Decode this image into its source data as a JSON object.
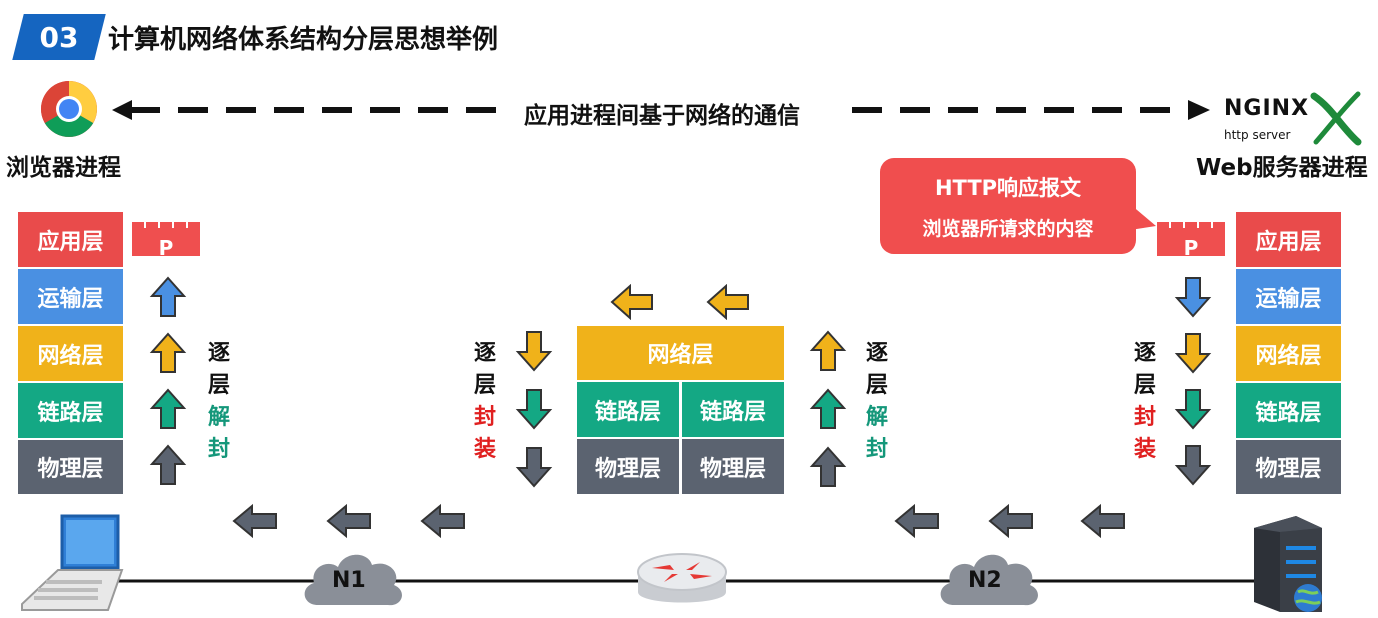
{
  "header": {
    "section_number": "03",
    "title": "计算机网络体系结构分层思想举例"
  },
  "communication_label": "应用进程间基于网络的通信",
  "browser_process": "浏览器进程",
  "server_process": "Web服务器进程",
  "nginx_logo": {
    "name": "NGINX",
    "sub": "http server"
  },
  "bubble": {
    "title": "HTTP响应报文",
    "subtitle": "浏览器所请求的内容"
  },
  "packet_label": "P",
  "layers": {
    "application": "应用层",
    "transport": "运输层",
    "network": "网络层",
    "link": "链路层",
    "physical": "物理层"
  },
  "decap_label": [
    "逐",
    "层",
    "解",
    "封"
  ],
  "encap_label": [
    "逐",
    "层",
    "封",
    "装"
  ],
  "networks": [
    "N1",
    "N2"
  ],
  "icons": [
    "chrome-icon",
    "nginx-logo",
    "laptop-icon",
    "router-icon",
    "server-icon",
    "cloud-icon"
  ],
  "colors": {
    "application": "#e94b4b",
    "transport": "#4a90e2",
    "network": "#f0b21a",
    "link": "#14a884",
    "physical": "#5b6370",
    "bubble": "#f04e4e",
    "accent": "#1565c0"
  }
}
